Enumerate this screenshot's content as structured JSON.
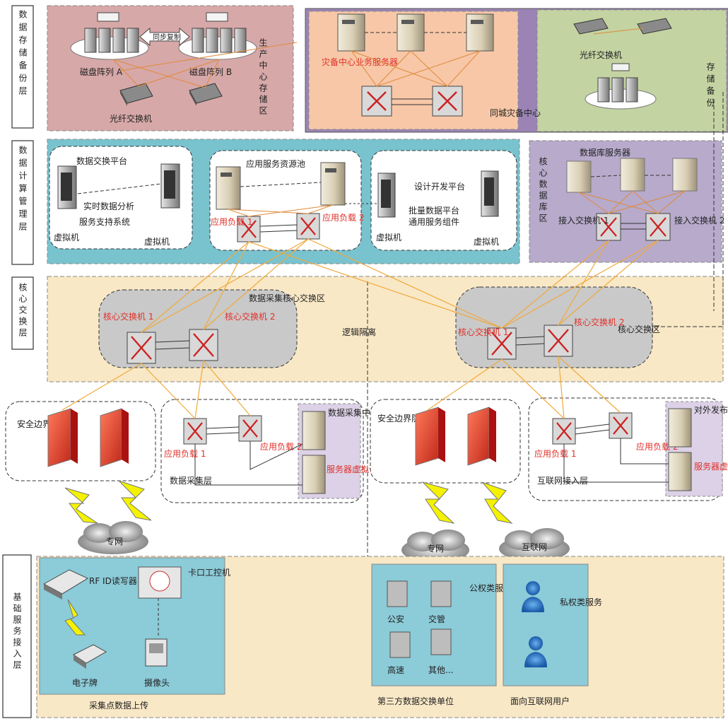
{
  "layers": {
    "storage": "数据存储备份层",
    "compute": "数据计算管理层",
    "core": "核心交换层",
    "base": "基础服务接入层"
  },
  "storage": {
    "sync_copy": "同步复制",
    "disk_a": "磁盘阵列 A",
    "disk_b": "磁盘阵列 B",
    "prod_center": "生产中心存储区",
    "fc_switch": "光纤交换机",
    "dr_server": "灾备中心业务服务器",
    "dr_center": "同城灾备中心",
    "backup_fc_switch": "光纤交换机",
    "backup": "存储备份"
  },
  "compute": {
    "data_exchange": "数据交换平台",
    "realtime": "实时数据分析",
    "service_support": "服务支持系统",
    "vm": "虚拟机",
    "app_pool": "应用服务资源池",
    "app_lb1": "应用负载 1",
    "app_lb2": "应用负载 2",
    "design_dev": "设计开发平台",
    "batch": "批量数据平台",
    "common_components": "通用服务组件",
    "core_db": "核心数据库区",
    "db_server": "数据库服务器",
    "access_sw1": "接入交换机 1",
    "access_sw2": "接入交换机 2"
  },
  "core": {
    "core_sw1": "核心交换机 1",
    "core_sw2": "核心交换机 2",
    "collect_core": "数据采集核心交换区",
    "logic_isolation": "逻辑隔离",
    "core_zone": "核心交换区"
  },
  "edge": {
    "security_left": "安全边界防护层",
    "security_right": "安全边界防护层",
    "lb1": "应用负载 1",
    "lb2": "应用负载 2",
    "middleware": "数据采集中间件系统集群",
    "virtualize": "服务器虚拟化",
    "collect_layer": "数据采集层",
    "publish_server": "对外发布服务器",
    "internet_access": "互联网接入层"
  },
  "base": {
    "private_net_left": "专网",
    "private_net_right": "专网",
    "internet": "互联网",
    "rfid": "RF ID读写器",
    "checkpoint": "卡口工控机",
    "e_sign": "电子牌",
    "camera": "摄像头",
    "collect_upload": "采集点数据上传",
    "police": "公安",
    "traffic": "交管",
    "public_service": "公权类服务",
    "highway": "高速",
    "others": "其他...",
    "third_party": "第三方数据交换单位",
    "private_service": "私权类服务",
    "internet_users": "面向互联网用户"
  },
  "colors": {
    "storage_bg": "#d7a8a8",
    "dr_bg": "#f7c7a7",
    "dr_outer": "#9b84b5",
    "backup_bg": "#c3d3a2",
    "compute_bg": "#79c3cf",
    "db_bg": "#b7aacb",
    "core_bg": "#f9e8c6",
    "core_zone": "#c9c9c9",
    "base_bg": "#f9e8c6",
    "base_inner": "#8ccbd8",
    "link": "#f0a93a",
    "red_label": "#e0302a"
  }
}
